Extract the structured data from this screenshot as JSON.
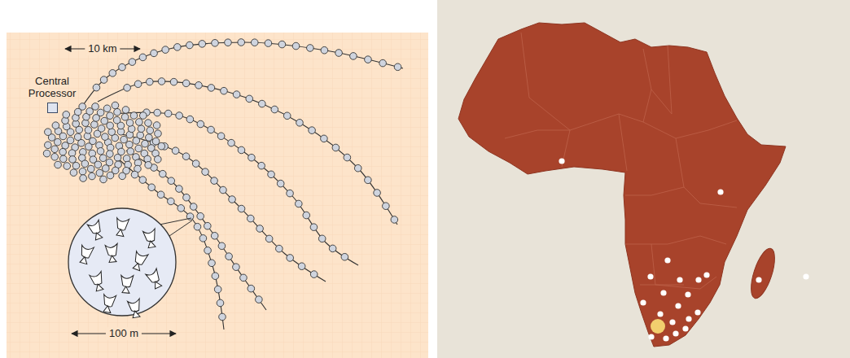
{
  "diagram": {
    "nodes": [
      {
        "text": [
          "Central Processor"
        ]
      }
    ],
    "labels": [
      "10 km",
      "100 m"
    ]
  }
}
